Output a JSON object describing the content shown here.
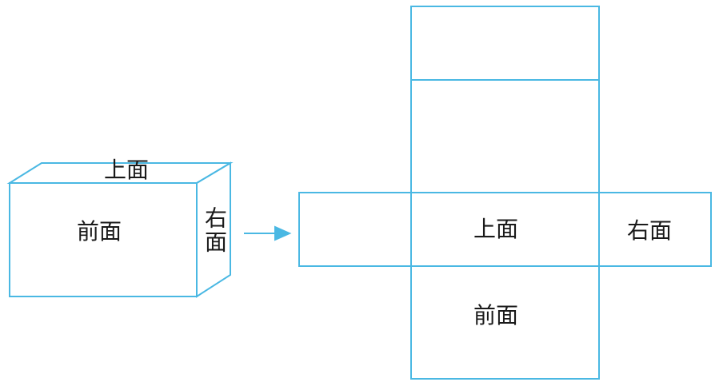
{
  "colors": {
    "line": "#4ab8e3",
    "text": "#1a1a1a",
    "background": "#ffffff"
  },
  "box": {
    "top_label": "上面",
    "front_label": "前面",
    "right_label": "右面"
  },
  "net": {
    "top_label": "上面",
    "right_label": "右面",
    "front_label": "前面"
  }
}
